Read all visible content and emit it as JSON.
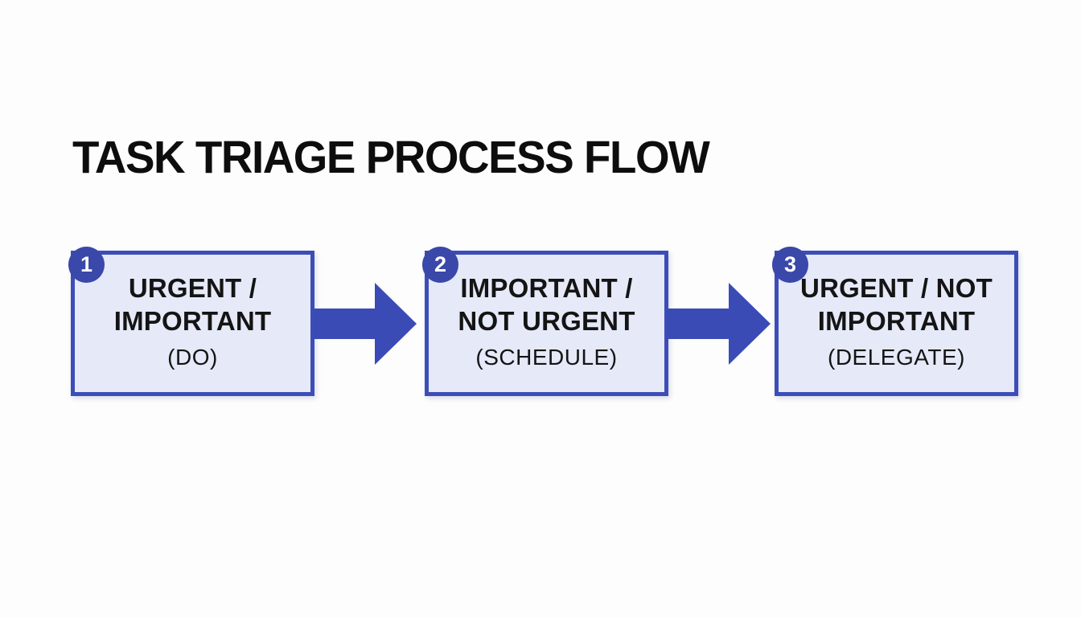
{
  "title": "TASK TRIAGE PROCESS FLOW",
  "colors": {
    "background": "#FDFDFD",
    "box_fill": "#E5E9F8",
    "box_border": "#3D4DB7",
    "arrow": "#3B4BB5",
    "badge": "#3A48A9",
    "badge_text": "#FFFFFF",
    "title_text": "#0D0D0D",
    "step_text": "#141414"
  },
  "steps": [
    {
      "number": "1",
      "line1": "URGENT /",
      "line2": "IMPORTANT",
      "action": "(DO)"
    },
    {
      "number": "2",
      "line1": "IMPORTANT /",
      "line2": "NOT URGENT",
      "action": "(SCHEDULE)"
    },
    {
      "number": "3",
      "line1": "URGENT / NOT",
      "line2": "IMPORTANT",
      "action": "(DELEGATE)"
    }
  ],
  "arrows": [
    {
      "name": "arrow-step1-to-step2"
    },
    {
      "name": "arrow-step2-to-step3"
    }
  ]
}
